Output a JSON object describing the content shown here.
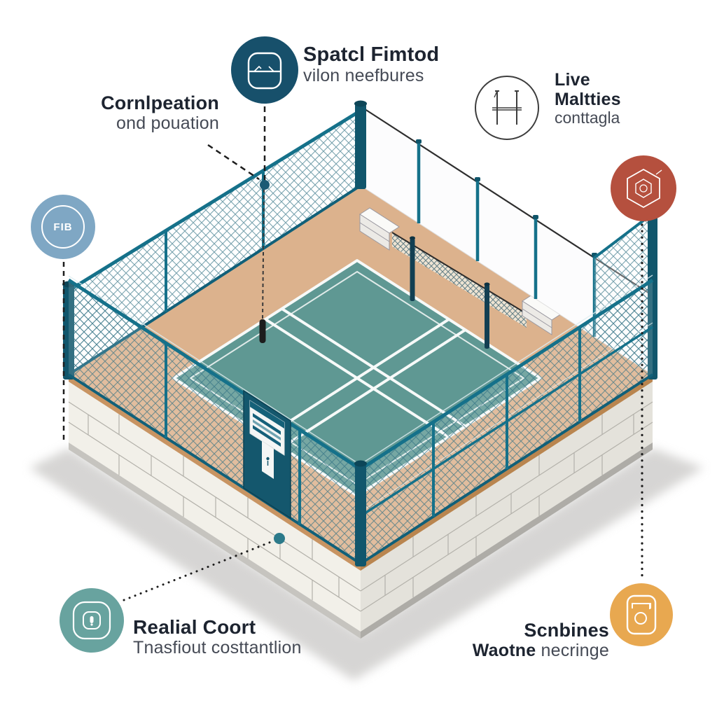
{
  "figure": {
    "type": "isometric-infographic",
    "subject": "fenced padel court on a brick podium with six annotation callouts"
  },
  "callouts": {
    "top_left": {
      "title": "Cornlpeation",
      "subtitle": "ond pouation"
    },
    "top_center": {
      "title": "Spatcl Fimtod",
      "subtitle": "vilon neefbures",
      "icon": "monitor-box-icon",
      "color": "#17506b"
    },
    "top_right": {
      "title_line1": "Live",
      "title_line2": "Maltties",
      "subtitle": "conttagla",
      "icon": "net-frame-icon"
    },
    "left": {
      "icon": "badge-fib-icon",
      "label": "FIB",
      "color": "#7fa7c4"
    },
    "right": {
      "icon": "hexagon-emblem-icon",
      "color": "#b5503e"
    },
    "bottom_left": {
      "title": "Realial Coort",
      "subtitle": "Tnasfiout costtantlion",
      "icon": "nested-square-icon",
      "color": "#68a39f"
    },
    "bottom_right": {
      "title": "Scnbines",
      "subtitle_bold": "Waotne",
      "subtitle_rest": " necringe",
      "icon": "camera-box-icon",
      "color": "#e8a850"
    }
  },
  "scene_colors": {
    "court_surface": "#5f9893",
    "court_lines": "#f7faf9",
    "surround": "#dcb28d",
    "brick_face": "#f2f0e9",
    "brick_face_shaded": "#e4e2db",
    "fence_frame": "#15718a",
    "fence_post_dark": "#11566c",
    "door_panel": "#14576d",
    "leader_line": "#1d1d1d",
    "dot_marker": "#1b5a74"
  }
}
